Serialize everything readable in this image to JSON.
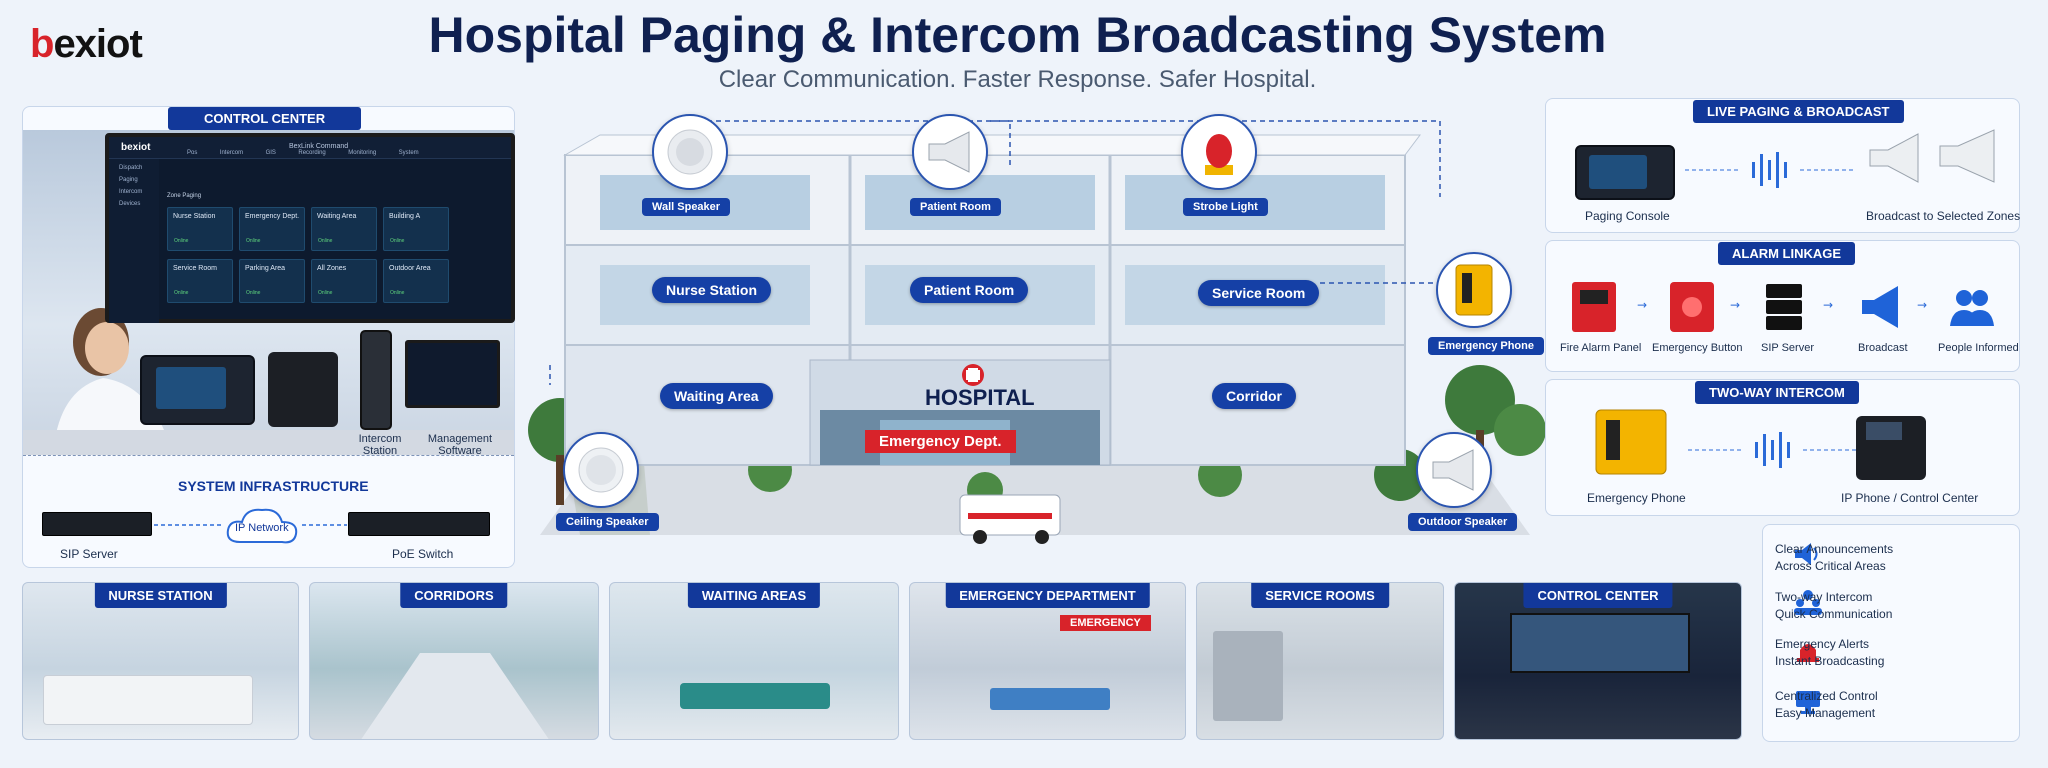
{
  "brand": {
    "logo": "bexiot"
  },
  "header": {
    "title": "Hospital Paging & Intercom Broadcasting System",
    "subtitle": "Clear Communication. Faster Response. Safer Hospital."
  },
  "control_center": {
    "tag": "CONTROL CENTER",
    "screen": {
      "logo": "bexiot",
      "app_title": "BexLink Command",
      "nav": [
        "Dispatch",
        "Paging",
        "Intercom",
        "Devices"
      ],
      "tabs": [
        "Pos",
        "Intercom",
        "GIS",
        "Recording",
        "Monitoring",
        "System"
      ],
      "section": "Zone Paging",
      "zones": [
        "Nurse Station",
        "Emergency Dept.",
        "Waiting Area",
        "Building A",
        "Service Room",
        "Parking Area",
        "All Zones",
        "Outdoor Area"
      ],
      "zone_status": "Online"
    },
    "devices": [
      "Intercom Station",
      "Management Software"
    ],
    "infra_title": "SYSTEM INFRASTRUCTURE",
    "infra": {
      "sip": "SIP Server",
      "network": "IP Network",
      "switch": "PoE Switch"
    }
  },
  "building": {
    "device_labels": [
      "Wall Speaker",
      "Patient Room",
      "Strobe Light",
      "Emergency Phone",
      "Ceiling Speaker",
      "Outdoor Speaker"
    ],
    "area_labels": [
      "Nurse Station",
      "Patient Room",
      "Service Room",
      "Waiting Area",
      "Corridor"
    ],
    "hospital_sign": "HOSPITAL",
    "emergency_sign": "Emergency Dept."
  },
  "live_paging": {
    "tag": "LIVE PAGING & BROADCAST",
    "left": "Paging Console",
    "right": "Broadcast to Selected Zones"
  },
  "alarm_linkage": {
    "tag": "ALARM LINKAGE",
    "steps": [
      "Fire Alarm Panel",
      "Emergency Button",
      "SIP Server",
      "Broadcast",
      "People Informed"
    ]
  },
  "two_way": {
    "tag": "TWO-WAY INTERCOM",
    "left": "Emergency Phone",
    "right": "IP Phone / Control Center"
  },
  "features": [
    {
      "icon": "speaker-icon",
      "line1": "Clear Announcements",
      "line2": "Across Critical Areas"
    },
    {
      "icon": "users-icon",
      "line1": "Two-way Intercom",
      "line2": "Quick Communication"
    },
    {
      "icon": "alarm-icon",
      "line1": "Emergency Alerts",
      "line2": "Instant Broadcasting"
    },
    {
      "icon": "monitor-icon",
      "line1": "Centralized Control",
      "line2": "Easy Management"
    }
  ],
  "photos": [
    "NURSE STATION",
    "CORRIDORS",
    "WAITING AREAS",
    "EMERGENCY DEPARTMENT",
    "SERVICE ROOMS",
    "CONTROL CENTER"
  ],
  "photo_signs": {
    "emergency": "EMERGENCY"
  },
  "colors": {
    "accent": "#12389a",
    "red": "#d8232a",
    "navy": "#0f2050"
  }
}
